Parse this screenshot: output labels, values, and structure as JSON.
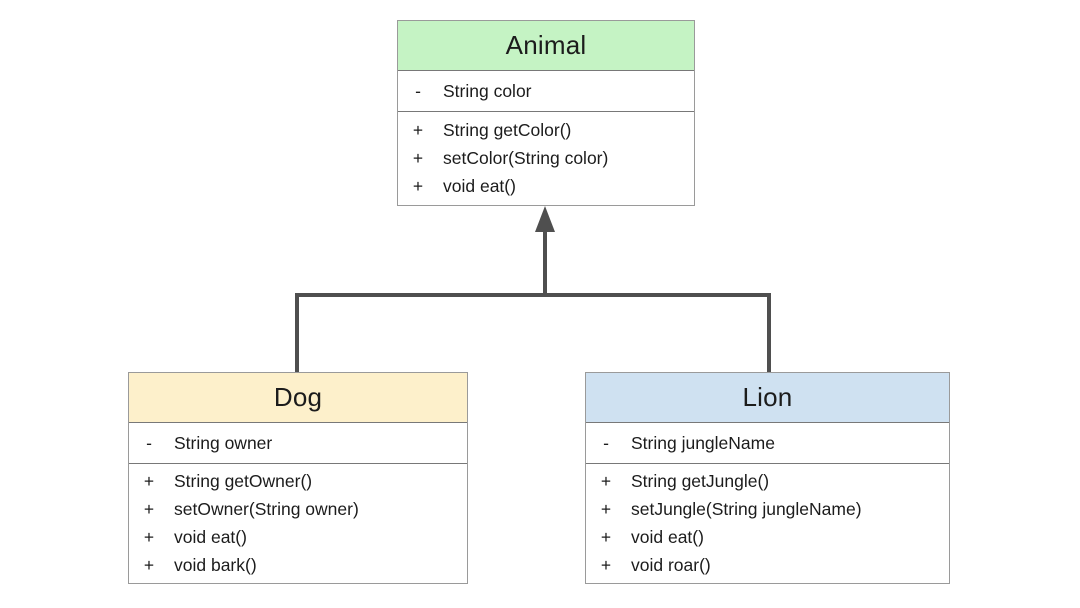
{
  "diagram": {
    "kind": "uml-class-diagram",
    "background_color": "#ffffff",
    "connector_color": "#4f4f4f",
    "box_border_color": "#9a9a9a",
    "classes": [
      {
        "name": "Animal",
        "header_color": "#c5f3c4",
        "attributes": [
          {
            "visibility": "-",
            "text": "String color"
          }
        ],
        "methods": [
          {
            "visibility": "+",
            "text": "String getColor()"
          },
          {
            "visibility": "+",
            "text": "setColor(String color)"
          },
          {
            "visibility": "+",
            "text": "void eat()"
          }
        ]
      },
      {
        "name": "Dog",
        "header_color": "#fdf0cb",
        "attributes": [
          {
            "visibility": "-",
            "text": "String owner"
          }
        ],
        "methods": [
          {
            "visibility": "+",
            "text": "String getOwner()"
          },
          {
            "visibility": "+",
            "text": "setOwner(String owner)"
          },
          {
            "visibility": "+",
            "text": "void eat()"
          },
          {
            "visibility": "+",
            "text": "void bark()"
          }
        ]
      },
      {
        "name": "Lion",
        "header_color": "#cfe1f1",
        "attributes": [
          {
            "visibility": "-",
            "text": "String jungleName"
          }
        ],
        "methods": [
          {
            "visibility": "+",
            "text": "String getJungle()"
          },
          {
            "visibility": "+",
            "text": "setJungle(String jungleName)"
          },
          {
            "visibility": "+",
            "text": "void eat()"
          },
          {
            "visibility": "+",
            "text": "void roar()"
          }
        ]
      }
    ],
    "relationships": [
      {
        "type": "inheritance",
        "from": "Dog",
        "to": "Animal"
      },
      {
        "type": "inheritance",
        "from": "Lion",
        "to": "Animal"
      }
    ]
  }
}
